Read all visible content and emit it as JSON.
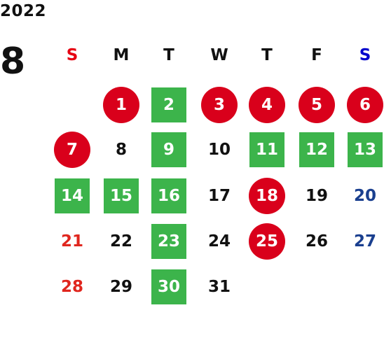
{
  "year": "2022",
  "month": "8",
  "weekdays": [
    "S",
    "M",
    "T",
    "W",
    "T",
    "F",
    "S"
  ],
  "weekday_colors": [
    "#e60012",
    "#111111",
    "#111111",
    "#111111",
    "#111111",
    "#111111",
    "#0000cc"
  ],
  "colors": {
    "red_circle": "#d9001b",
    "green_square": "#3cb44b",
    "sunday_text": "#e0261e",
    "saturday_text": "#1a3f8f",
    "default_text": "#111111"
  },
  "start_weekday": 1,
  "days": [
    {
      "d": "1",
      "style": "circle"
    },
    {
      "d": "2",
      "style": "square"
    },
    {
      "d": "3",
      "style": "circle"
    },
    {
      "d": "4",
      "style": "circle"
    },
    {
      "d": "5",
      "style": "circle"
    },
    {
      "d": "6",
      "style": "circle"
    },
    {
      "d": "7",
      "style": "circle"
    },
    {
      "d": "8",
      "style": "plain"
    },
    {
      "d": "9",
      "style": "square"
    },
    {
      "d": "10",
      "style": "plain"
    },
    {
      "d": "11",
      "style": "square"
    },
    {
      "d": "12",
      "style": "square"
    },
    {
      "d": "13",
      "style": "square"
    },
    {
      "d": "14",
      "style": "square"
    },
    {
      "d": "15",
      "style": "square"
    },
    {
      "d": "16",
      "style": "square"
    },
    {
      "d": "17",
      "style": "plain"
    },
    {
      "d": "18",
      "style": "circle"
    },
    {
      "d": "19",
      "style": "plain"
    },
    {
      "d": "20",
      "style": "saturday"
    },
    {
      "d": "21",
      "style": "sunday"
    },
    {
      "d": "22",
      "style": "plain"
    },
    {
      "d": "23",
      "style": "square"
    },
    {
      "d": "24",
      "style": "plain"
    },
    {
      "d": "25",
      "style": "circle"
    },
    {
      "d": "26",
      "style": "plain"
    },
    {
      "d": "27",
      "style": "saturday"
    },
    {
      "d": "28",
      "style": "sunday"
    },
    {
      "d": "29",
      "style": "plain"
    },
    {
      "d": "30",
      "style": "square"
    },
    {
      "d": "31",
      "style": "plain"
    }
  ]
}
